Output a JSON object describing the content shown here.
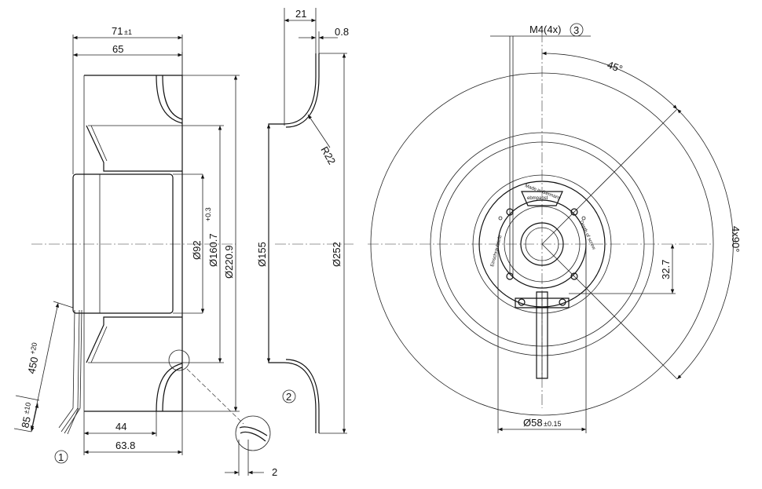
{
  "side_view": {
    "dim_overall_width": "71",
    "dim_overall_width_tol": "±1",
    "dim_width_65": "65",
    "dim_44": "44",
    "dim_63_8": "63.8",
    "dim_dia_92": "Ø92",
    "dim_dia_160_7": "Ø160.7",
    "dim_dia_160_7_tol": "+0.3",
    "dim_dia_220_9": "Ø220.9",
    "dim_cable_450": "450",
    "dim_cable_450_tol": "+20",
    "dim_cable_85": "85",
    "dim_cable_85_tol": "±10",
    "callout_1": "1",
    "detail_dim_2": "2"
  },
  "profile_view": {
    "dim_21": "21",
    "dim_0_8": "0.8",
    "radius_r22": "R22",
    "dim_dia_155": "Ø155",
    "dim_dia_252": "Ø252",
    "callout_2": "2"
  },
  "front_view": {
    "thread_label": "M4(4x)",
    "callout_3": "3",
    "angle_45": "45°",
    "angle_4x90": "4x90°",
    "dim_32_7": "32.7",
    "dim_dia_58": "Ø58",
    "dim_dia_58_tol": "±0.15",
    "label_made_in": "Made in Germany",
    "label_brand": "ebmpapst",
    "label_depth_left": "Einschraubtiefe",
    "label_depth_right": "Depth of screw"
  }
}
